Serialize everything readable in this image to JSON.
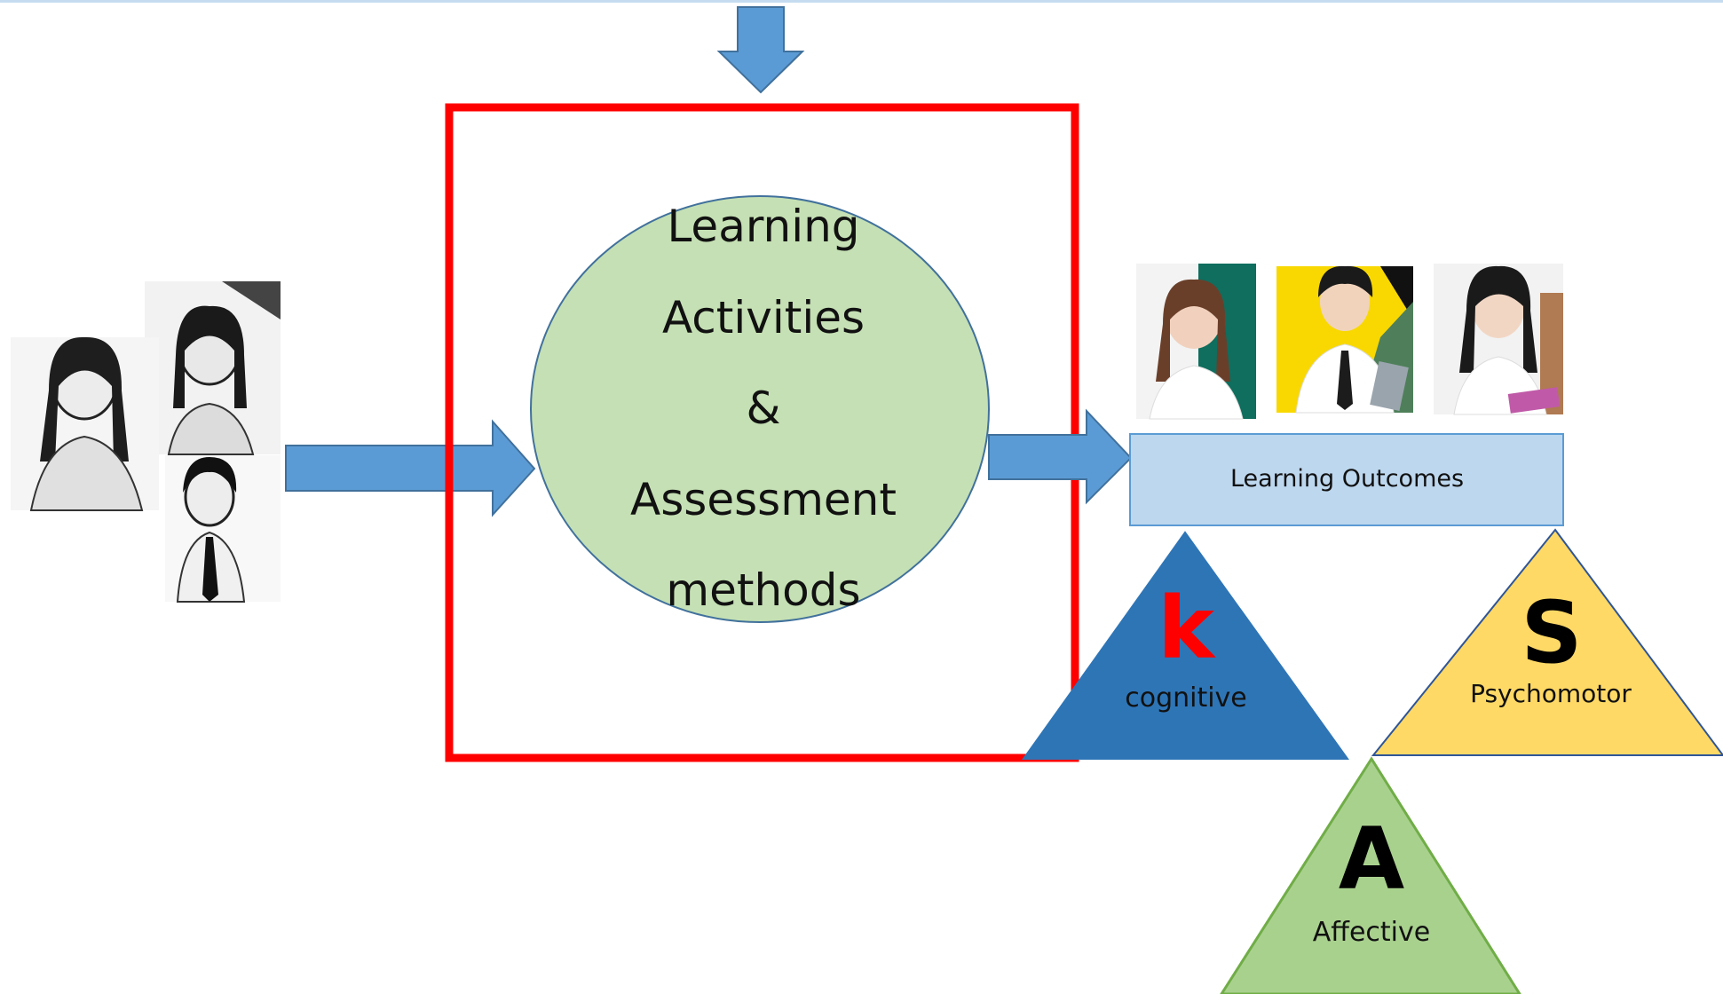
{
  "center": {
    "lines": [
      "Learning",
      "Activities",
      "&",
      "Assessment",
      "methods"
    ]
  },
  "outcomes": {
    "label": "Learning Outcomes"
  },
  "triangles": {
    "k": {
      "letter": "k",
      "word": "cognitive"
    },
    "s": {
      "letter": "S",
      "word": "Psychomotor"
    },
    "a": {
      "letter": "A",
      "word": "Affective"
    }
  },
  "colors": {
    "arrow": "#5b9bd5",
    "frame": "#ff0000",
    "circle_fill": "#c5e0b4",
    "circle_stroke": "#41719c",
    "outcomes_fill": "#bdd7ee",
    "triangle_k": "#2e75b6",
    "triangle_s": "#ffd966",
    "triangle_a": "#a9d18e",
    "letter_k": "#ff0000"
  },
  "images": {
    "left_group": [
      "student-sketch-1",
      "student-sketch-2",
      "student-sketch-3"
    ],
    "right_group": [
      "student-photo-1",
      "student-photo-2",
      "student-photo-3"
    ]
  }
}
